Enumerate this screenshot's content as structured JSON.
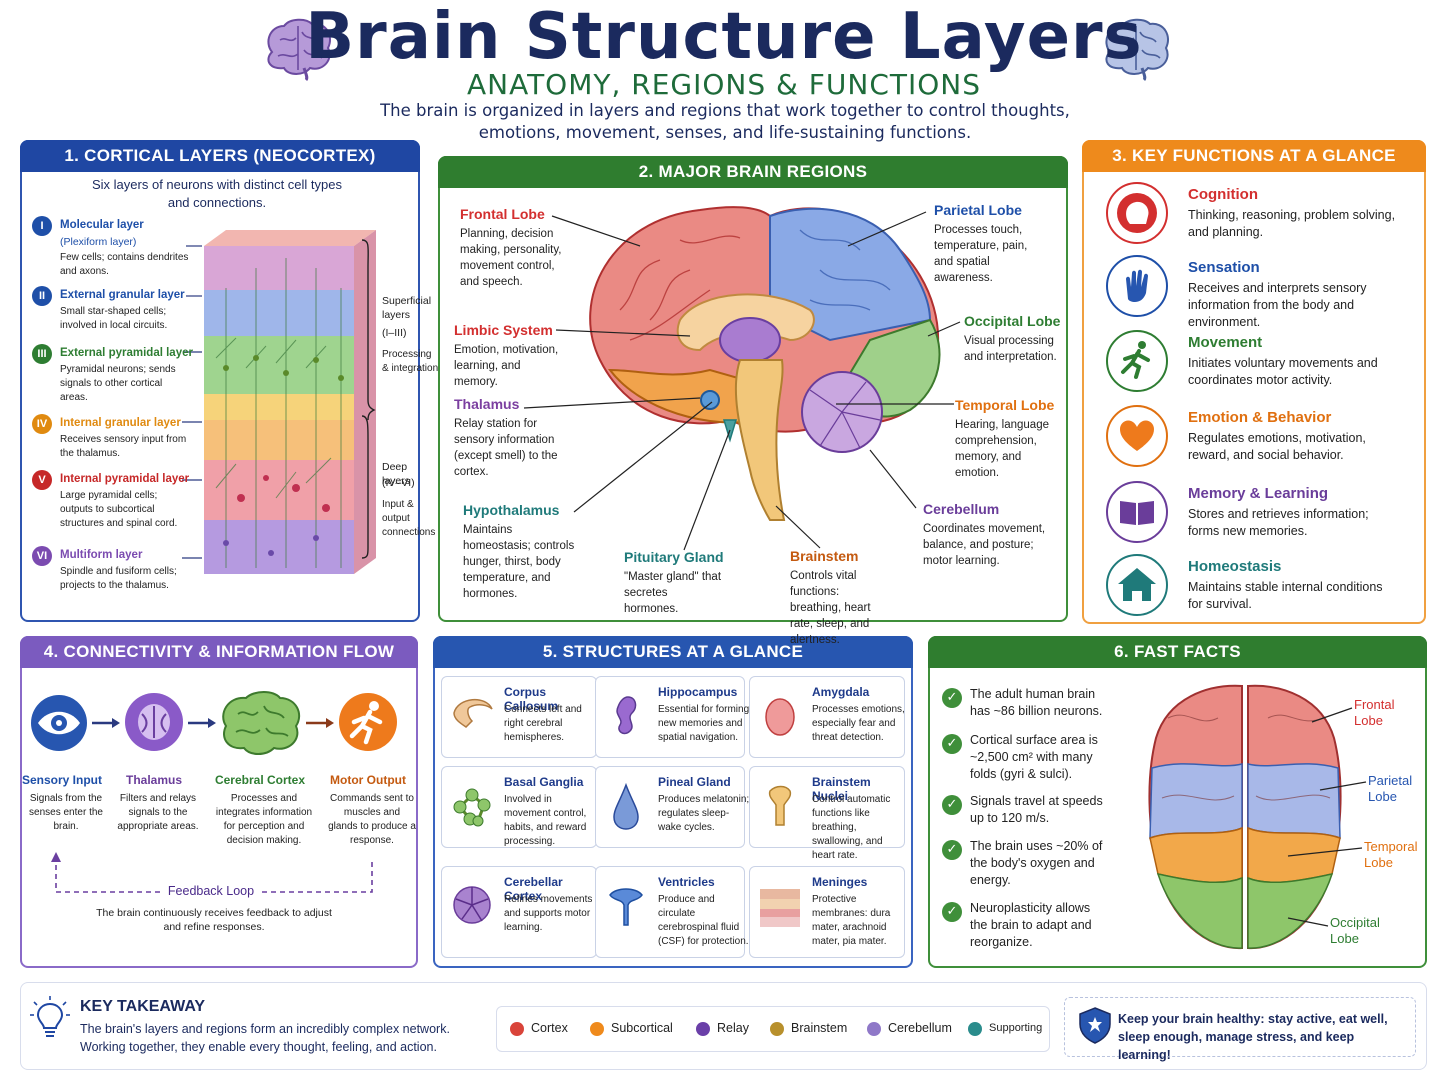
{
  "header": {
    "title": "Brain Structure Layers",
    "subtitle": "ANATOMY, REGIONS & FUNCTIONS",
    "intro": "The brain is organized in layers and regions that work together to control thoughts, emotions, movement, senses, and life-sustaining functions."
  },
  "cortical": {
    "heading": "1. CORTICAL LAYERS (NEOCORTEX)",
    "desc": "Six layers of neurons with distinct cell types and connections.",
    "layers": [
      {
        "num": "I",
        "name": "Molecular layer",
        "alt": "(Plexiform layer)",
        "desc": "Few cells; contains dendrites and axons.",
        "color": "#1e4fa8"
      },
      {
        "num": "II",
        "name": "External granular layer",
        "alt": "",
        "desc": "Small star-shaped cells; involved in local circuits.",
        "color": "#1e4fa8"
      },
      {
        "num": "III",
        "name": "External pyramidal layer",
        "alt": "",
        "desc": "Pyramidal neurons; sends signals to other cortical areas.",
        "color": "#2e7d32"
      },
      {
        "num": "IV",
        "name": "Internal granular layer",
        "alt": "",
        "desc": "Receives sensory input from the thalamus.",
        "color": "#e08a10"
      },
      {
        "num": "V",
        "name": "Internal pyramidal layer",
        "alt": "",
        "desc": "Large pyramidal cells; outputs to subcortical structures and spinal cord.",
        "color": "#c62828"
      },
      {
        "num": "VI",
        "name": "Multiform layer",
        "alt": "",
        "desc": "Spindle and fusiform cells; projects to the thalamus.",
        "color": "#7b4bb0"
      }
    ],
    "superficial": {
      "label": "Superficial layers",
      "range": "(I–III)",
      "role": "Processing & integration"
    },
    "deep": {
      "label": "Deep layers",
      "range": "(IV–VI)",
      "role": "Input & output connections"
    }
  },
  "regions": {
    "heading": "2. MAJOR BRAIN REGIONS",
    "items": [
      {
        "name": "Frontal Lobe",
        "desc": "Planning, decision making, personality, movement control, and speech.",
        "color": "#d32f2f"
      },
      {
        "name": "Limbic System",
        "desc": "Emotion, motivation, learning, and memory.",
        "color": "#d32f2f"
      },
      {
        "name": "Thalamus",
        "desc": "Relay station for sensory information (except smell) to the cortex.",
        "color": "#7b3fa0"
      },
      {
        "name": "Hypothalamus",
        "desc": "Maintains homeostasis; controls hunger, thirst, body temperature, and hormones.",
        "color": "#1f7a7a"
      },
      {
        "name": "Pituitary Gland",
        "desc": "\"Master gland\" that secretes hormones.",
        "color": "#1f7a7a"
      },
      {
        "name": "Brainstem",
        "desc": "Controls vital functions: breathing, heart rate, sleep, and alertness.",
        "color": "#c45a10"
      },
      {
        "name": "Parietal Lobe",
        "desc": "Processes touch, temperature, pain, and spatial awareness.",
        "color": "#1e4fa8"
      },
      {
        "name": "Occipital Lobe",
        "desc": "Visual processing and interpretation.",
        "color": "#2e7d32"
      },
      {
        "name": "Temporal Lobe",
        "desc": "Hearing, language comprehension, memory, and emotion.",
        "color": "#e07010"
      },
      {
        "name": "Cerebellum",
        "desc": "Coordinates movement, balance, and posture; motor learning.",
        "color": "#6a3d9a"
      }
    ]
  },
  "functions": {
    "heading": "3. KEY FUNCTIONS AT A GLANCE",
    "items": [
      {
        "name": "Cognition",
        "desc": "Thinking, reasoning, problem solving, and planning.",
        "color": "#d32f2f",
        "icon": "head-icon"
      },
      {
        "name": "Sensation",
        "desc": "Receives and interprets sensory information from the body and environment.",
        "color": "#1e4fa8",
        "icon": "hand-icon"
      },
      {
        "name": "Movement",
        "desc": "Initiates voluntary movements and coordinates motor activity.",
        "color": "#2e7d32",
        "icon": "runner-icon"
      },
      {
        "name": "Emotion & Behavior",
        "desc": "Regulates emotions, motivation, reward, and social behavior.",
        "color": "#e07010",
        "icon": "heart-icon"
      },
      {
        "name": "Memory & Learning",
        "desc": "Stores and retrieves information; forms new memories.",
        "color": "#6a3d9a",
        "icon": "book-icon"
      },
      {
        "name": "Homeostasis",
        "desc": "Maintains stable internal conditions for survival.",
        "color": "#1f7a7a",
        "icon": "house-icon"
      }
    ]
  },
  "connectivity": {
    "heading": "4. CONNECTIVITY & INFORMATION FLOW",
    "steps": [
      {
        "name": "Sensory Input",
        "desc": "Signals from the senses enter the brain.",
        "color": "#1e4fa8"
      },
      {
        "name": "Thalamus",
        "desc": "Filters and relays signals to the appropriate areas.",
        "color": "#6a3d9a"
      },
      {
        "name": "Cerebral Cortex",
        "desc": "Processes and integrates information for perception and decision making.",
        "color": "#2e7d32"
      },
      {
        "name": "Motor Output",
        "desc": "Commands sent to muscles and glands to produce a response.",
        "color": "#c45a10"
      }
    ],
    "feedback": "Feedback Loop",
    "feedback_desc": "The brain continuously receives feedback to adjust and refine responses."
  },
  "structures": {
    "heading": "5. STRUCTURES AT A GLANCE",
    "items": [
      {
        "name": "Corpus Callosum",
        "desc": "Connects left and right cerebral hemispheres."
      },
      {
        "name": "Hippocampus",
        "desc": "Essential for forming new memories and spatial navigation."
      },
      {
        "name": "Amygdala",
        "desc": "Processes emotions, especially fear and threat detection."
      },
      {
        "name": "Basal Ganglia",
        "desc": "Involved in movement control, habits, and reward processing."
      },
      {
        "name": "Pineal Gland",
        "desc": "Produces melatonin; regulates sleep-wake cycles."
      },
      {
        "name": "Brainstem Nuclei",
        "desc": "Control automatic functions like breathing, swallowing, and heart rate."
      },
      {
        "name": "Cerebellar Cortex",
        "desc": "Refines movements and supports motor learning."
      },
      {
        "name": "Ventricles",
        "desc": "Produce and circulate cerebrospinal fluid (CSF) for protection."
      },
      {
        "name": "Meninges",
        "desc": "Protective membranes: dura mater, arachnoid mater, pia mater."
      }
    ]
  },
  "facts": {
    "heading": "6. FAST FACTS",
    "items": [
      "The adult human brain has ~86 billion neurons.",
      "Cortical surface area is ~2,500 cm² with many folds (gyri & sulci).",
      "Signals travel at speeds up to 120 m/s.",
      "The brain uses ~20% of the body's oxygen and energy.",
      "Neuroplasticity allows the brain to adapt and reorganize."
    ],
    "labels": [
      "Frontal Lobe",
      "Parietal Lobe",
      "Temporal Lobe",
      "Occipital Lobe"
    ]
  },
  "takeaway": {
    "heading": "KEY TAKEAWAY",
    "text": "The brain's layers and regions form an incredibly complex network. Working together, they enable every thought, feeling, and action."
  },
  "legend": [
    {
      "label": "Cortex",
      "color": "#d9443a"
    },
    {
      "label": "Subcortical",
      "color": "#ef8a1c"
    },
    {
      "label": "Relay",
      "color": "#6a3fa8"
    },
    {
      "label": "Brainstem",
      "color": "#b8902c"
    },
    {
      "label": "Cerebellum",
      "color": "#8f78c8"
    },
    {
      "label": "Supporting",
      "color": "#2a8c8c"
    }
  ],
  "tip": "Keep your brain healthy: stay active, eat well, sleep enough, manage stress, and keep learning!"
}
